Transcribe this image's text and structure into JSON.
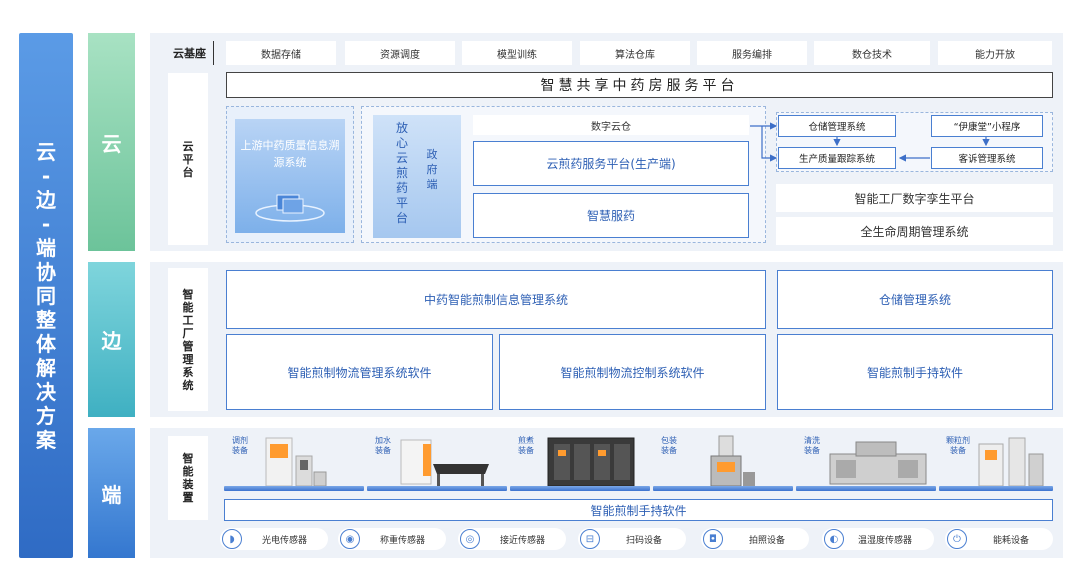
{
  "main_title": [
    "云",
    "-",
    "边",
    "-",
    "端",
    "协",
    "同",
    "整",
    "体",
    "解",
    "决",
    "方",
    "案"
  ],
  "layers": {
    "cloud": "云",
    "edge": "边",
    "end": "端"
  },
  "cloud_base": {
    "label": "云基座",
    "items": [
      "数据存储",
      "资源调度",
      "模型训练",
      "算法仓库",
      "服务编排",
      "数仓技术",
      "能力开放"
    ]
  },
  "cloud_platform": {
    "label": [
      "云",
      "平",
      "台"
    ],
    "title": "智慧共享中药房服务平台",
    "upstream": "上游中药质量信息溯源系统",
    "fangxin": [
      "放",
      "心",
      "云",
      "煎",
      "药",
      "平",
      "台"
    ],
    "gov": [
      "政",
      "府",
      "端"
    ],
    "digital_cloud": "数字云仓",
    "yunjian": "云煎药服务平台(生产端)",
    "smart_service": "智慧服药",
    "warehouse": "仓储管理系统",
    "yikang": "“伊康堂”小程序",
    "quality_track": "生产质量跟踪系统",
    "complaint": "客诉管理系统",
    "twin": "智能工厂数字孪生平台",
    "lifecycle": "全生命周期管理系统"
  },
  "edge": {
    "label": [
      "智",
      "能",
      "工",
      "厂",
      "管",
      "理",
      "系",
      "统"
    ],
    "info_sys": "中药智能煎制信息管理系统",
    "warehouse": "仓储管理系统",
    "logistics_mgmt": "智能煎制物流管理系统软件",
    "logistics_ctrl": "智能煎制物流控制系统软件",
    "handheld": "智能煎制手持软件"
  },
  "end": {
    "label": [
      "智",
      "能",
      "装",
      "置"
    ],
    "devices": [
      {
        "l1": "调剂",
        "l2": "装备"
      },
      {
        "l1": "加水",
        "l2": "装备"
      },
      {
        "l1": "煎煮",
        "l2": "装备"
      },
      {
        "l1": "包装",
        "l2": "装备"
      },
      {
        "l1": "清洗",
        "l2": "装备"
      },
      {
        "l1": "颗粒剂",
        "l2": "装备"
      }
    ],
    "handheld": "智能煎制手持软件",
    "sensors": [
      "光电传感器",
      "称重传感器",
      "接近传感器",
      "扫码设备",
      "拍照设备",
      "温湿度传感器",
      "能耗设备"
    ]
  },
  "colors": {
    "accent": "#2d5fb4",
    "cloud_green": "#7fcfa6",
    "edge_teal": "#4cb8c8",
    "end_blue": "#3a7fd0"
  }
}
